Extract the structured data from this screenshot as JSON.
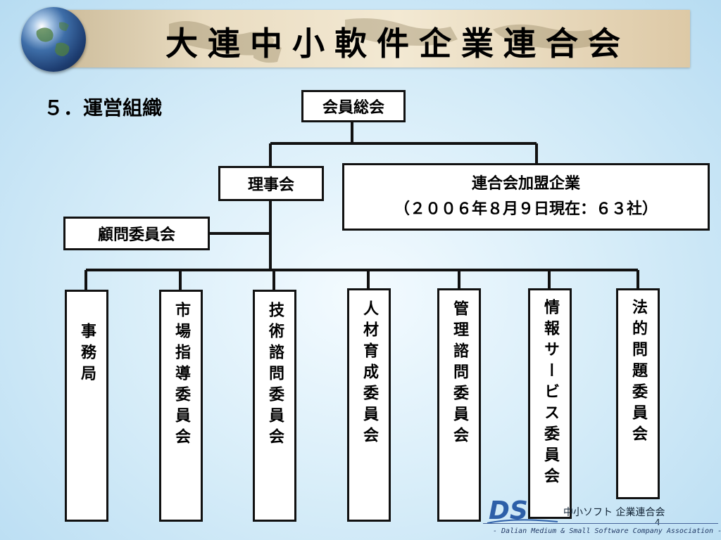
{
  "header": {
    "title": "大連中小軟件企業連合会"
  },
  "section_title": "５．運営組織",
  "org": {
    "general_assembly": "会員総会",
    "board": "理事会",
    "member_companies_line1": "連合会加盟企業",
    "member_companies_line2": "（２００６年８月９日現在：６３社）",
    "advisory": "顧問委員会",
    "departments": [
      "事務局",
      "市場指導委員会",
      "技術諮問委員会",
      "人材育成委員会",
      "管理諮問委員会",
      "情報サービス委員会",
      "法的問題委員会"
    ]
  },
  "footer": {
    "logo_text": "DS",
    "org_name": "中小ソフト 企業連合会",
    "page_number": "4",
    "org_name_en": "- Dalian Medium & Small Software Company Association -"
  },
  "colors": {
    "line": "#111111",
    "box_fill": "#ffffff",
    "logo_blue": "#2d5fa8"
  }
}
